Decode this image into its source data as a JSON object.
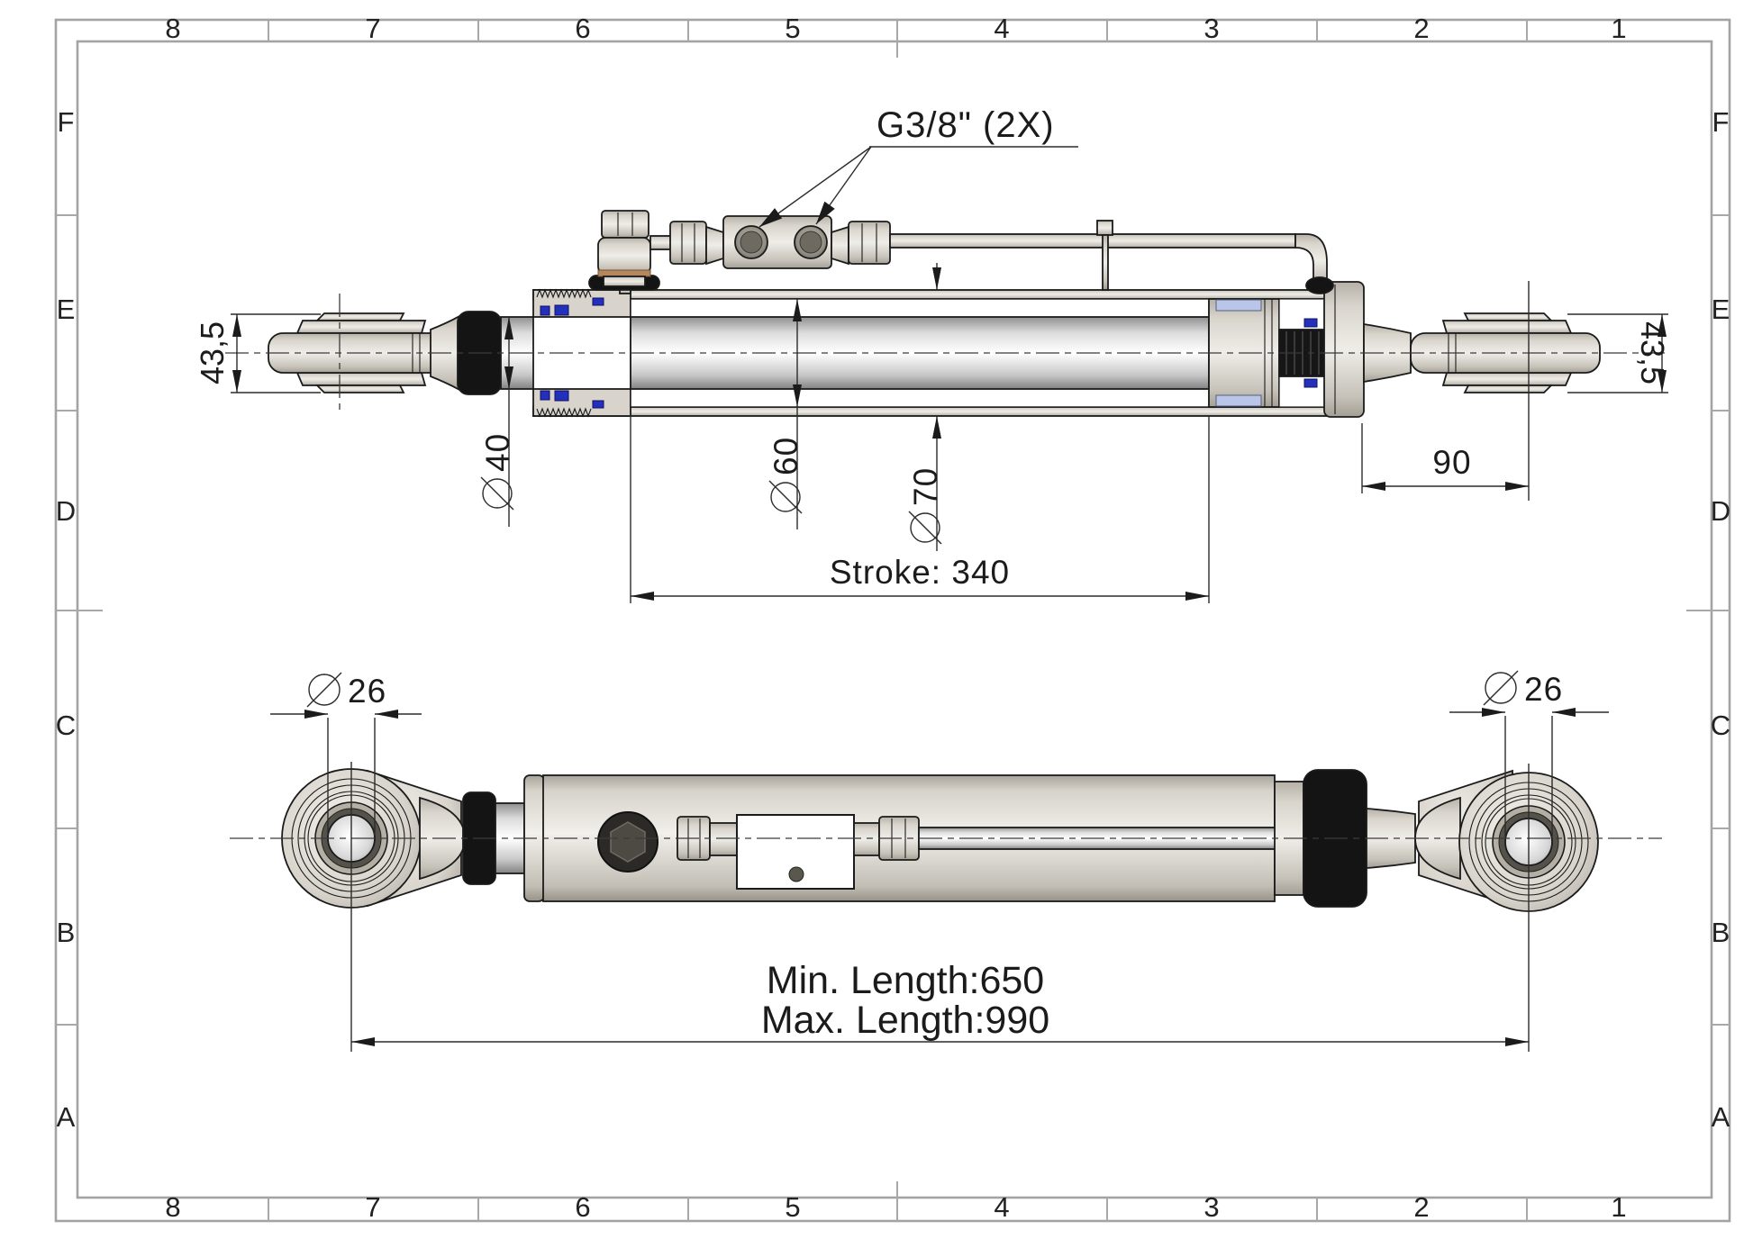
{
  "sheet": {
    "columns": [
      "8",
      "7",
      "6",
      "5",
      "4",
      "3",
      "2",
      "1"
    ],
    "rows": [
      "F",
      "E",
      "D",
      "C",
      "B",
      "A"
    ]
  },
  "labels": {
    "port": "G3/8\" (2X)",
    "ball_width_left": "43,5",
    "ball_width_right": "43,5",
    "diameter_symbol": "⌀",
    "rod_diameter": "40",
    "bore_diameter": "60",
    "tube_diameter": "70",
    "eye_offset": "90",
    "stroke": "Stroke: 340",
    "eye_bore_left": "26",
    "eye_bore_right": "26",
    "min_length": "Min. Length:650",
    "max_length": "Max. Length:990"
  },
  "colors": {
    "metal": "#e9e7e1",
    "black_part": "#141414",
    "seal_blue": "#2330bb",
    "wear_ring": "#b9c6e8",
    "copper": "#b4875f",
    "line": "#1b1b1b",
    "border": "#a8a8a8"
  }
}
